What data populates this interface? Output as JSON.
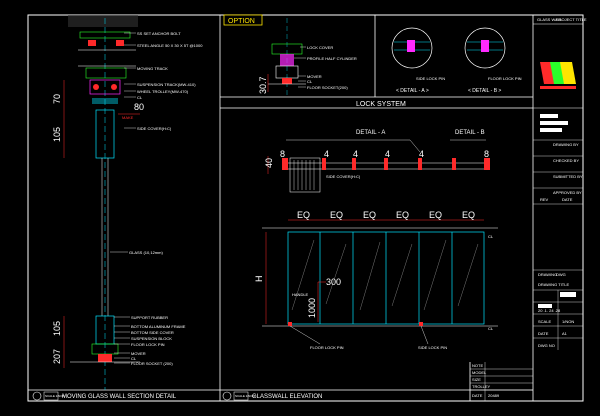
{
  "option_tab": "OPTION",
  "left_section": {
    "title": "MOVING GLASS WALL SECTION DETAIL",
    "callouts_top": [
      "SS SET ANCHOR BOLT",
      "STEEL ANGLE 50 X 30 X 5T @1000",
      "MOVING TRACK",
      "SUSPENSION TRACK(MW-410)",
      "WHEEL TROLLEY(MW-470)",
      "CL",
      "MAKE"
    ],
    "callouts_bottom": [
      "SUPPORT RUBBER",
      "BOTTOM ALUMINUM FRAME",
      "BOTTOM SIDE COVER",
      "SUSPENSION BLOCK",
      "FLOOR LOCK PIN",
      "MOVER",
      "CL",
      "FLOOR SOCKET (200)"
    ],
    "glass_label": "GLASS (10,12mm)",
    "side_cover": "SIDE COVER(H:C)",
    "dims": {
      "d70": "70",
      "d105_top": "105",
      "d80": "80",
      "d105_bot": "105",
      "d207": "207"
    },
    "scale": "SCALE 1/NON"
  },
  "option_detail": {
    "labels": [
      "LOCK COVER",
      "PROFILE HALF CYLINDER",
      "MOVER",
      "CL",
      "FLOOR SOCKET(200)"
    ],
    "dim": "30.7",
    "detail_a": "< DETAIL - A >",
    "detail_b": "< DETAIL - B >",
    "side_lock_pin": "SIDE LOCK PIN",
    "floor_lock_pin": "FLOOR LOCK PIN"
  },
  "lock_system": {
    "title": "LOCK SYSTEM",
    "detail_a": "DETAIL - A",
    "detail_b": "DETAIL - B",
    "side_cover": "SIDE COVER(H:C)",
    "dims": [
      "8",
      "4",
      "4",
      "4",
      "4",
      "8"
    ],
    "height": "40"
  },
  "elevation": {
    "title": "GLASSWALL ELEVATION",
    "eq": [
      "EQ",
      "EQ",
      "EQ",
      "EQ",
      "EQ",
      "EQ"
    ],
    "h": "H",
    "d300": "300",
    "d1000": "1000",
    "handle": "HANDLE",
    "cl": "CL",
    "floor_lock_pin": "FLOOR LOCK PIN",
    "side_lock_pin": "SIDE LOCK PIN",
    "scale": "SCALE 1/NON"
  },
  "title_block": {
    "header": "GLASS WALL",
    "project": "PROJECT TITLE",
    "rows": [
      "DRAWING BY",
      "CHECKED BY",
      "SUBMITTED BY",
      "APPROVED BY"
    ],
    "revision": [
      "REV",
      "DATE"
    ],
    "mid_labels": [
      "DRAWING",
      "DWG"
    ],
    "dwg_title": "DRAWING TITLE",
    "bottom_rows": [
      "SCALE",
      "DATE",
      "DWG NO"
    ],
    "date": "20 .1. 24 .28",
    "a1": "A1",
    "scale_val": "1/NON",
    "notes": [
      "NOTE",
      "MODEL",
      "SIZE",
      "TROLLEY",
      "DATE"
    ],
    "footer": "20489"
  },
  "colors": {
    "line": "#ffffff",
    "accent_red": "#ff2a2a",
    "accent_yellow": "#ffe500",
    "cyan": "#00e5ff",
    "green": "#2aff2a",
    "magenta": "#ff2aff"
  }
}
